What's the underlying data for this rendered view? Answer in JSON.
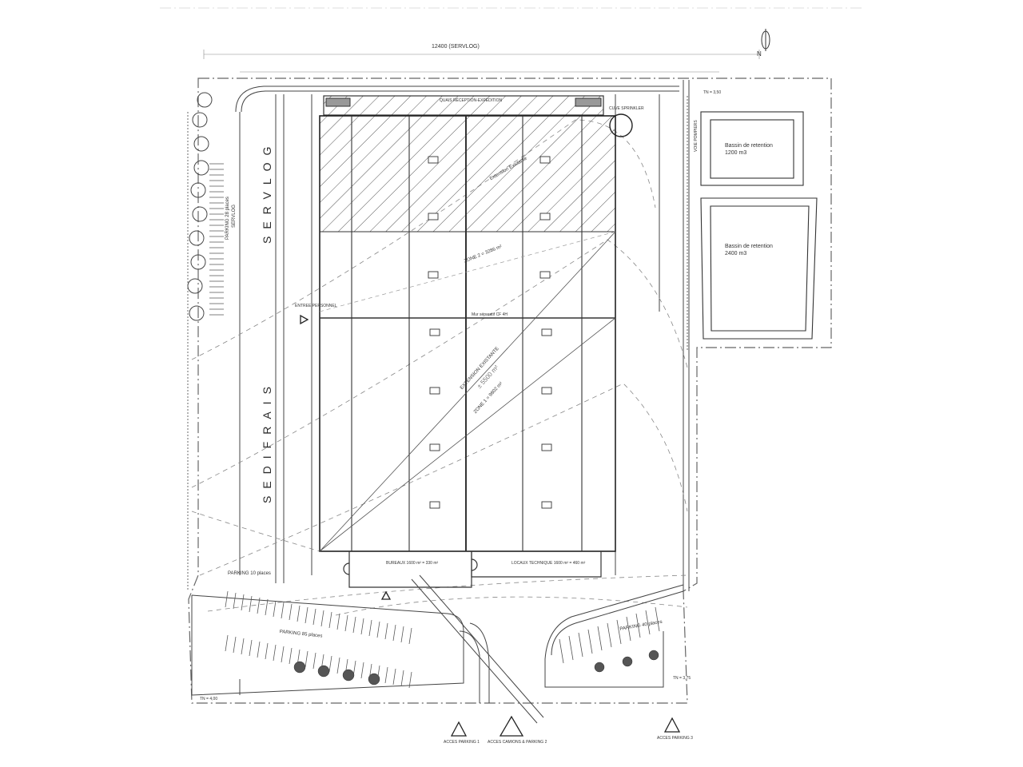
{
  "plan": {
    "type": "site-plan",
    "top_dimension": "12400 (SERVLOG)",
    "north_label": "N",
    "tenants": {
      "servlog": "SERVLOG",
      "sedifrais": "SEDIFRAIS"
    },
    "zones": [
      {
        "label": "ZONE 2 = 3286 m²"
      },
      {
        "label": "ZONE 1 = 9802 m²"
      }
    ],
    "annotations": {
      "extension": "Extension Existante",
      "existing_extension_handwritten": "EXTENSION EXISTANTE",
      "handwritten_area": "± 5500 m²",
      "quai_strip": "QUAIS RÉCEPTION-EXPÉDITION",
      "fire_wall": "Mur séparatif CF 4H"
    },
    "rooms": [
      {
        "label": "BUREAUX 1600 m² = 330 m²"
      },
      {
        "label": "LOCAUX TECHNIQUE 1600 m² = 460 m²"
      }
    ],
    "basins": [
      {
        "label": "Bassin de retention",
        "volume": "1200 m3"
      },
      {
        "label": "Bassin de retention",
        "volume": "2400 m3"
      }
    ],
    "parkings": [
      {
        "label": "PARKING 28 places",
        "sub": "SERVLOG"
      },
      {
        "label": "PARKING 10 places"
      },
      {
        "label": "PARKING 85 places"
      },
      {
        "label": "PARKING 40 places"
      }
    ],
    "access_points": [
      {
        "label": "ACCES PARKING 1"
      },
      {
        "label": "ACCES CAMIONS & PARKING 2"
      },
      {
        "label": "ACCES PARKING 3"
      }
    ],
    "side_labels": {
      "entree_personnel": "ENTREE PERSONNEL",
      "right_road": "VOIE POMPIERS",
      "level_left_bottom": "TN = 4,00",
      "level_right_bottom": "TN = 3,75",
      "level_right_top": "TN = 3,50",
      "sprinkler_tank": "CUVE SPRINKLER"
    }
  }
}
